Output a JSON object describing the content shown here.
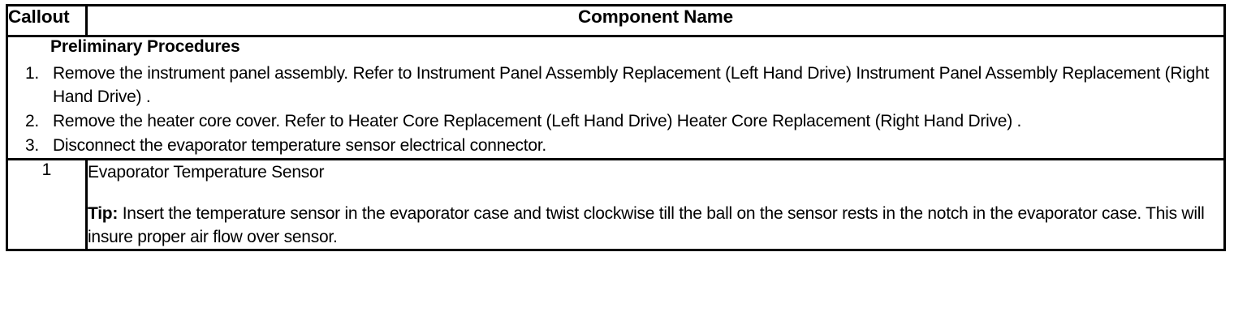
{
  "table": {
    "header": {
      "callout_label": "Callout",
      "component_label": "Component Name"
    },
    "preliminary": {
      "title": "Preliminary Procedures",
      "steps": [
        {
          "number": "1.",
          "text": "Remove the instrument panel assembly. Refer to Instrument Panel Assembly Replacement (Left Hand Drive) Instrument Panel Assembly Replacement (Right Hand Drive) ."
        },
        {
          "number": "2.",
          "text": "Remove the heater core cover. Refer to Heater Core Replacement (Left Hand Drive) Heater Core Replacement (Right Hand Drive) ."
        },
        {
          "number": "3.",
          "text": "Disconnect the evaporator temperature sensor electrical connector."
        }
      ]
    },
    "rows": [
      {
        "callout": "1",
        "component_name": "Evaporator Temperature Sensor",
        "tip_label": "Tip:",
        "tip_text": " Insert the temperature sensor in the evaporator case and twist clockwise till the ball on the sensor rests in the notch in the evaporator case. This will insure proper air flow over sensor."
      }
    ]
  },
  "colors": {
    "border": "#000000",
    "text": "#000000",
    "background": "#ffffff"
  }
}
